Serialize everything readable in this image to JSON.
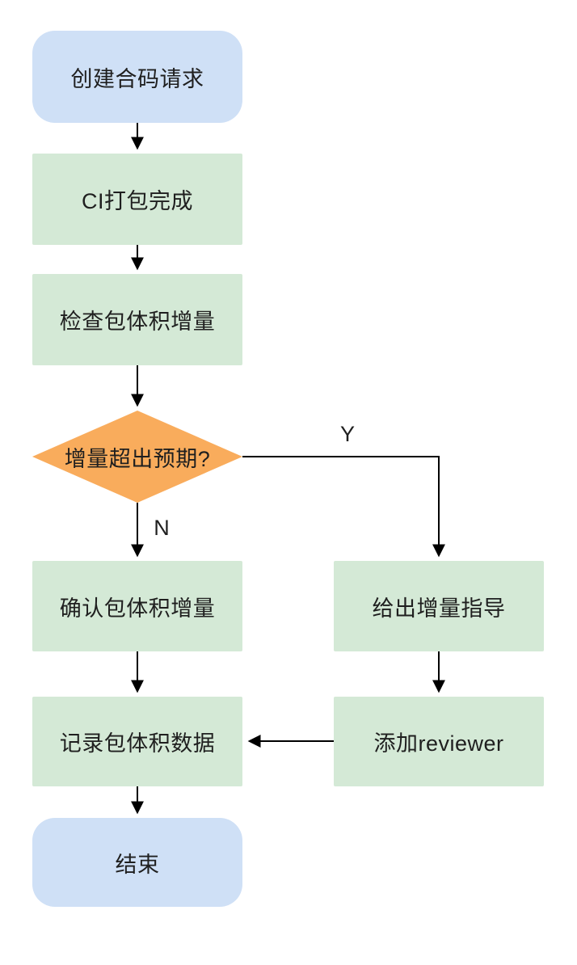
{
  "diagram": {
    "type": "flowchart",
    "background": "#ffffff",
    "colors": {
      "terminator_fill": "#cfe0f6",
      "process_fill": "#d4e9d6",
      "decision_fill": "#f9ac5c",
      "line": "#000000",
      "text": "#1f1f1f"
    },
    "nodes": [
      {
        "id": "start",
        "label": "创建合码请求",
        "shape": "rounded",
        "fill": "#cfe0f6"
      },
      {
        "id": "ci-build",
        "label": "CI打包完成",
        "shape": "rect",
        "fill": "#d4e9d6"
      },
      {
        "id": "check-size",
        "label": "检查包体积增量",
        "shape": "rect",
        "fill": "#d4e9d6"
      },
      {
        "id": "size-decision",
        "label": "增量超出预期?",
        "shape": "diamond",
        "fill": "#f9ac5c"
      },
      {
        "id": "confirm-size",
        "label": "确认包体积增量",
        "shape": "rect",
        "fill": "#d4e9d6"
      },
      {
        "id": "give-guidance",
        "label": "给出增量指导",
        "shape": "rect",
        "fill": "#d4e9d6"
      },
      {
        "id": "record-data",
        "label": "记录包体积数据",
        "shape": "rect",
        "fill": "#d4e9d6"
      },
      {
        "id": "add-reviewer",
        "label": "添加reviewer",
        "shape": "rect",
        "fill": "#d4e9d6"
      },
      {
        "id": "end",
        "label": "结束",
        "shape": "rounded",
        "fill": "#cfe0f6"
      }
    ],
    "edges": [
      {
        "from": "start",
        "to": "ci-build",
        "label": ""
      },
      {
        "from": "ci-build",
        "to": "check-size",
        "label": ""
      },
      {
        "from": "check-size",
        "to": "size-decision",
        "label": ""
      },
      {
        "from": "size-decision",
        "to": "confirm-size",
        "label": "N"
      },
      {
        "from": "size-decision",
        "to": "give-guidance",
        "label": "Y"
      },
      {
        "from": "confirm-size",
        "to": "record-data",
        "label": ""
      },
      {
        "from": "give-guidance",
        "to": "add-reviewer",
        "label": ""
      },
      {
        "from": "add-reviewer",
        "to": "record-data",
        "label": ""
      },
      {
        "from": "record-data",
        "to": "end",
        "label": ""
      }
    ]
  }
}
